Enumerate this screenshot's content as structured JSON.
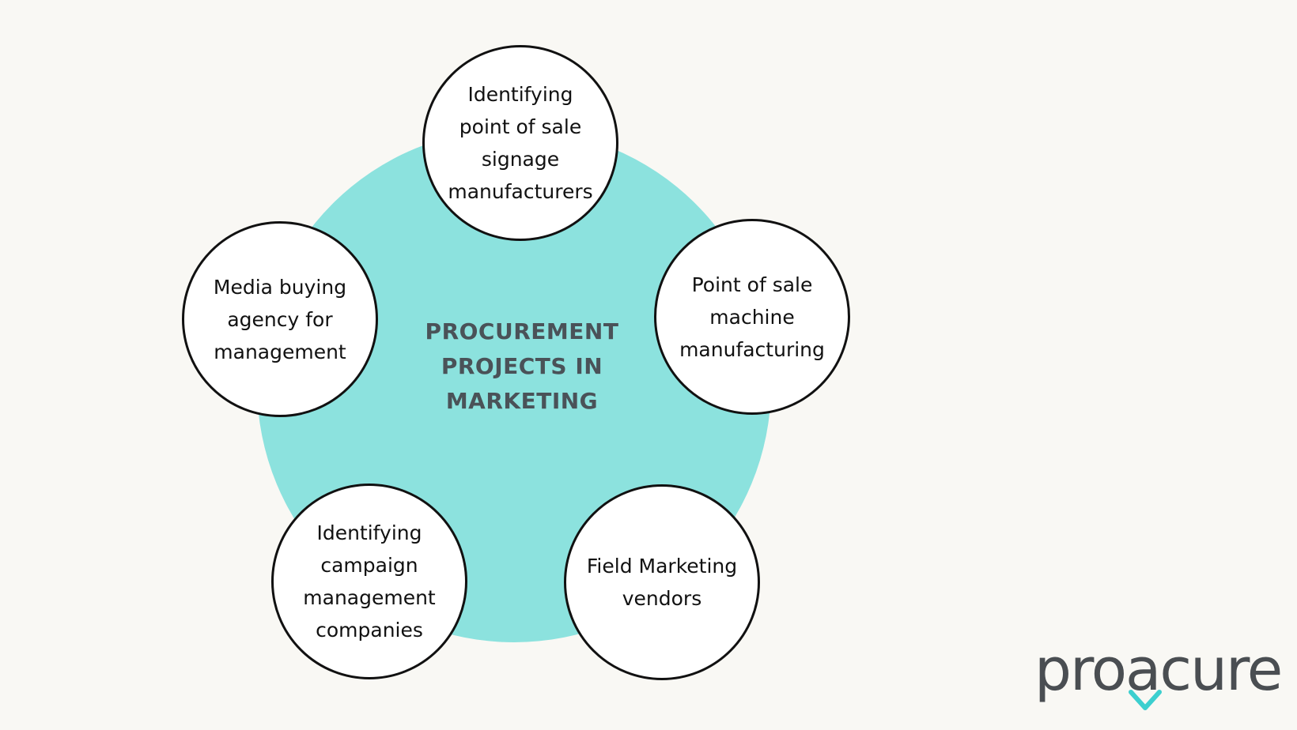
{
  "diagram": {
    "center_title": "PROCUREMENT PROJECTS IN MARKETING",
    "colors": {
      "background": "#f9f8f4",
      "hub": "#8ce2de",
      "node_fill": "#ffffff",
      "node_border": "#111111",
      "title_text": "#4a5258"
    },
    "nodes": [
      {
        "label": "Identifying point of sale signage manufacturers"
      },
      {
        "label": "Point of sale machine manufacturing"
      },
      {
        "label": "Field Marketing vendors"
      },
      {
        "label": "Identifying campaign management companies"
      },
      {
        "label": "Media buying agency for management"
      }
    ]
  },
  "logo": {
    "text": "proacure",
    "accent_color": "#3ccfcf",
    "icon": "checkmark-chevron-icon"
  }
}
